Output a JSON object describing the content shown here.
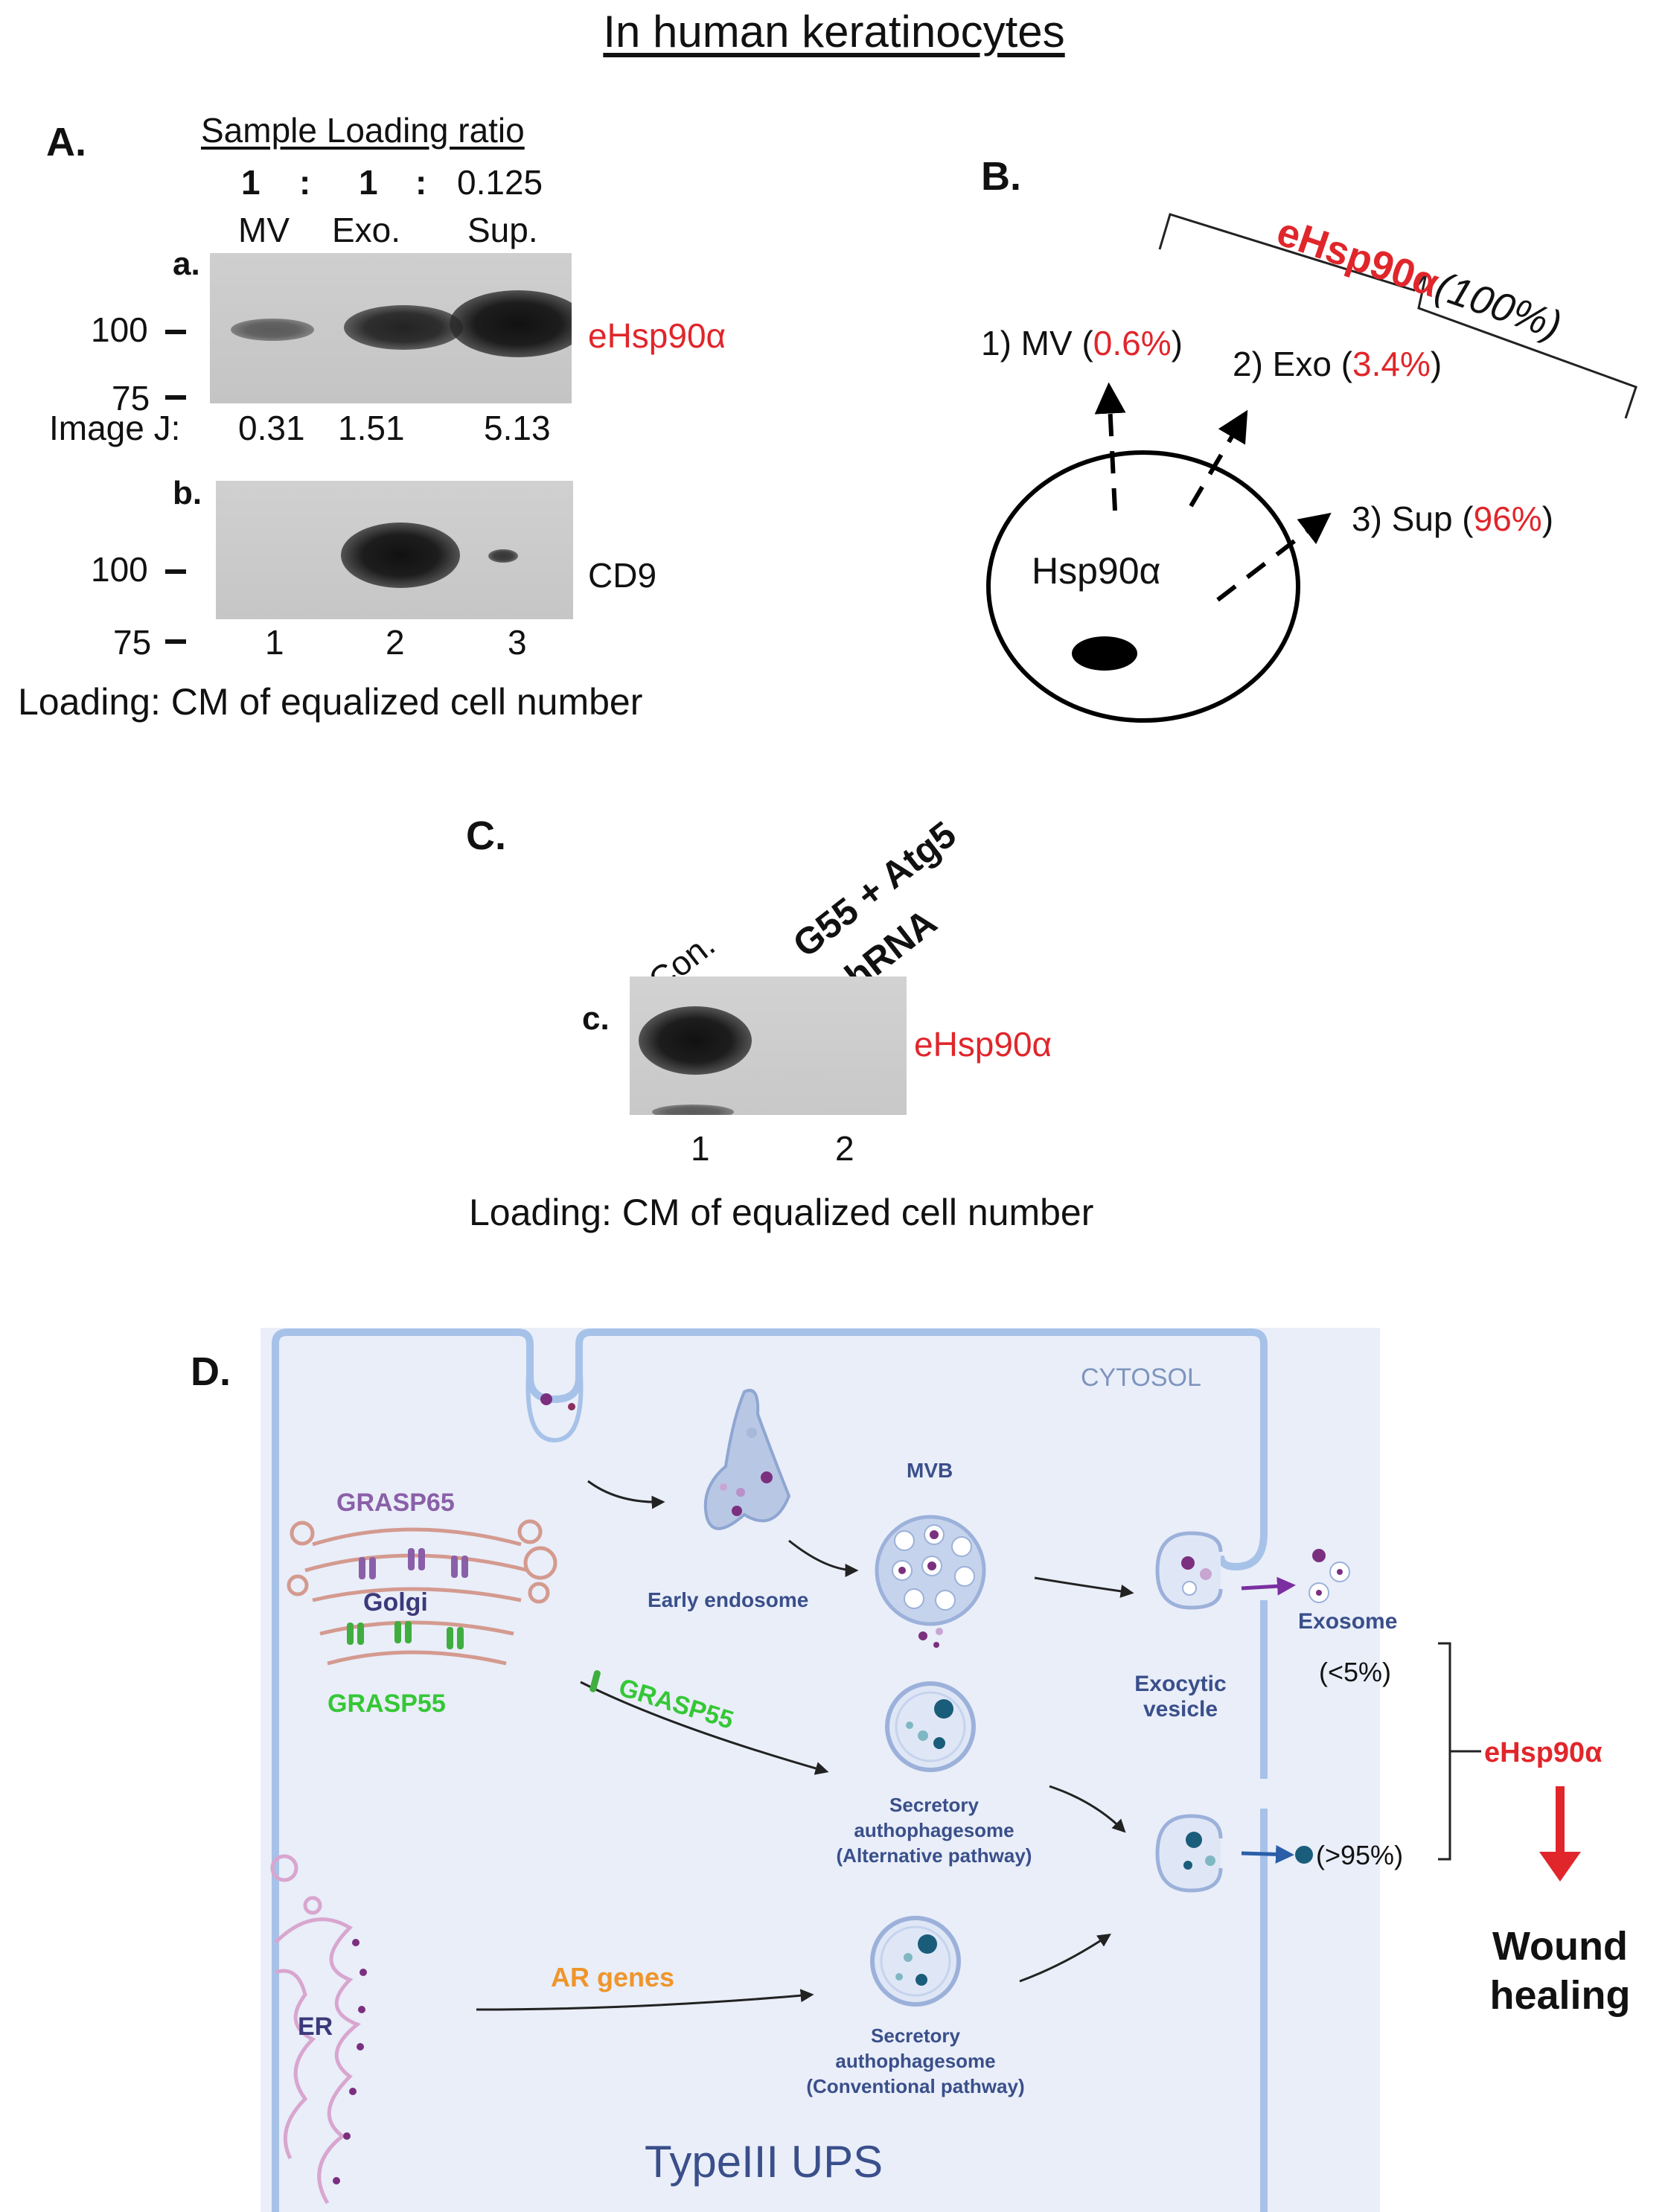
{
  "title": "In human keratinocytes",
  "panelA": {
    "label": "A.",
    "loading_header": "Sample Loading ratio",
    "ratio": [
      "1",
      ":",
      "1",
      ":",
      "0.125"
    ],
    "lanes": [
      "MV",
      "Exo.",
      "Sup."
    ],
    "blot_a_label": "a.",
    "blot_b_label": "b.",
    "mw_100": "100",
    "mw_75": "75",
    "target_a": "eHsp90α",
    "target_b": "CD9",
    "imagej_label": "Image J:",
    "imagej_values": [
      "0.31",
      "1.51",
      "5.13"
    ],
    "lane_numbers": [
      "1",
      "2",
      "3"
    ],
    "loading_note": "Loading: CM of equalized cell number"
  },
  "panelB": {
    "label": "B.",
    "total_name": "eHsp90α",
    "total_pct": "(100%)",
    "cell_label": "Hsp90α",
    "routes": [
      {
        "prefix": "1) MV (",
        "pct": "0.6%",
        "suffix": ")"
      },
      {
        "prefix": "2) Exo (",
        "pct": "3.4%",
        "suffix": ")"
      },
      {
        "prefix": "3) Sup (",
        "pct": "96%",
        "suffix": ")"
      }
    ]
  },
  "panelC": {
    "label": "C.",
    "col1": "Con.",
    "col2_line1": "G55 + Atg5",
    "col2_line2": "shRNA",
    "blot_label": "c.",
    "target": "eHsp90α",
    "lane_numbers": [
      "1",
      "2"
    ],
    "loading_note": "Loading: CM of equalized cell number"
  },
  "panelD": {
    "label": "D.",
    "cytosol": "CYTOSOL",
    "grasp65": "GRASP65",
    "golgi": "Golgi",
    "grasp55": "GRASP55",
    "grasp55_arrow": "GRASP55",
    "early_endosome": "Early endosome",
    "mvb": "MVB",
    "exocytic_line1": "Exocytic",
    "exocytic_line2": "vesicle",
    "exosome": "Exosome",
    "lt5": "(<5%)",
    "gt95": "(>95%)",
    "ehsp": "eHsp90α",
    "wound_line1": "Wound",
    "wound_line2": "healing",
    "sec_alt": [
      "Secretory",
      "authophagesome",
      "(Alternative pathway)"
    ],
    "ar_genes": "AR genes",
    "er": "ER",
    "sec_conv": [
      "Secretory",
      "authophagesome",
      "(Conventional pathway)"
    ],
    "ups": "TypeIII UPS",
    "colors": {
      "background": "#e9eef9",
      "membrane": "#a7c2e8",
      "grasp65": "#8a5fa8",
      "grasp55": "#35c735",
      "golgi_outline": "#d49a8f",
      "ar_genes": "#f0952b",
      "accent_red": "#e0262b"
    }
  }
}
